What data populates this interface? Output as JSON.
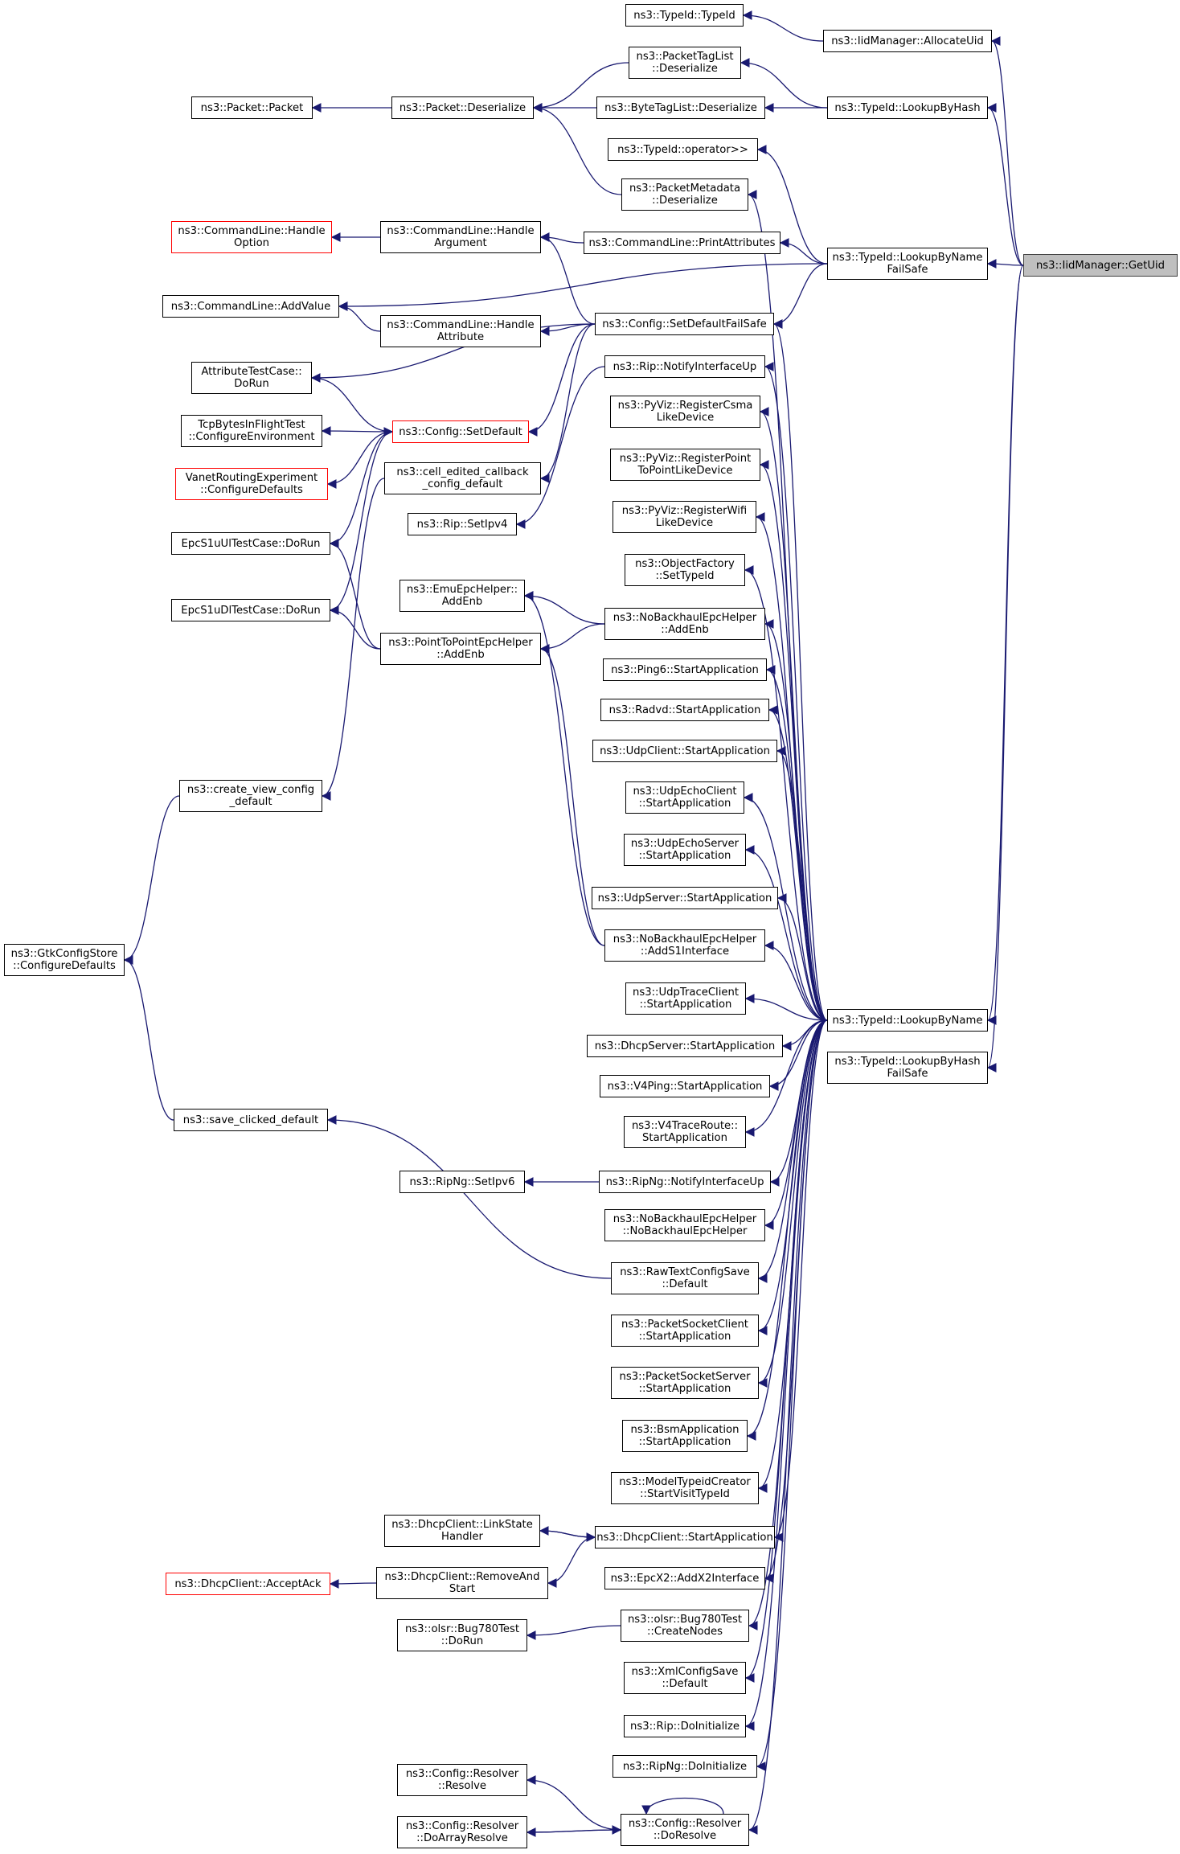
{
  "colors": {
    "edge": "#191970",
    "border": "#000000",
    "incomplete_border": "#ff0000",
    "focus_fill": "#bfbfbf"
  },
  "nodes": {
    "getuid": "ns3::IidManager::GetUid",
    "typeid_typeid": "ns3::TypeId::TypeId",
    "allocateuid": "ns3::IidManager::AllocateUid",
    "packettaglist_deserialize": "ns3::PacketTagList\n::Deserialize",
    "packet_packet": "ns3::Packet::Packet",
    "packet_deserialize": "ns3::Packet::Deserialize",
    "bytetaglist_deserialize": "ns3::ByteTagList::Deserialize",
    "lookupbyhash": "ns3::TypeId::LookupByHash",
    "typeid_operator": "ns3::TypeId::operator>>",
    "packetmetadata_deserialize": "ns3::PacketMetadata\n::Deserialize",
    "cmd_handleoption": "ns3::CommandLine::Handle\nOption",
    "cmd_handleargument": "ns3::CommandLine::Handle\nArgument",
    "cmd_printattributes": "ns3::CommandLine::PrintAttributes",
    "lookupbynamefailsafe": "ns3::TypeId::LookupByName\nFailSafe",
    "cmd_addvalue": "ns3::CommandLine::AddValue",
    "cmd_handleattribute": "ns3::CommandLine::Handle\nAttribute",
    "config_setdefaultfailsafe": "ns3::Config::SetDefaultFailSafe",
    "attributetestcase_dorun": "AttributeTestCase::\nDoRun",
    "rip_notifyinterfaceup": "ns3::Rip::NotifyInterfaceUp",
    "tcpbytes_configureenv": "TcpBytesInFlightTest\n::ConfigureEnvironment",
    "config_setdefault": "ns3::Config::SetDefault",
    "pyviz_csma": "ns3::PyViz::RegisterCsma\nLikeDevice",
    "vanet_configuredefaults": "VanetRoutingExperiment\n::ConfigureDefaults",
    "cell_edited": "ns3::cell_edited_callback\n_config_default",
    "pyviz_p2p": "ns3::PyViz::RegisterPoint\nToPointLikeDevice",
    "rip_setipv4": "ns3::Rip::SetIpv4",
    "pyviz_wifi": "ns3::PyViz::RegisterWifi\nLikeDevice",
    "epcs1uul_dorun": "EpcS1uUlTestCase::DoRun",
    "objectfactory_settypeid": "ns3::ObjectFactory\n::SetTypeId",
    "emuepchelper_addenb": "ns3::EmuEpcHelper::\nAddEnb",
    "nobackhaul_addenb": "ns3::NoBackhaulEpcHelper\n::AddEnb",
    "epcs1udl_dorun": "EpcS1uDlTestCase::DoRun",
    "p2pepchelper_addenb": "ns3::PointToPointEpcHelper\n::AddEnb",
    "ping6_startapp": "ns3::Ping6::StartApplication",
    "radvd_startapp": "ns3::Radvd::StartApplication",
    "udpclient_startapp": "ns3::UdpClient::StartApplication",
    "create_view_config": "ns3::create_view_config\n_default",
    "udpechoclient_startapp": "ns3::UdpEchoClient\n::StartApplication",
    "udpechoserver_startapp": "ns3::UdpEchoServer\n::StartApplication",
    "udpserver_startapp": "ns3::UdpServer::StartApplication",
    "nobackhaul_adds1": "ns3::NoBackhaulEpcHelper\n::AddS1Interface",
    "gtkconfigstore": "ns3::GtkConfigStore\n::ConfigureDefaults",
    "udptraceclient_startapp": "ns3::UdpTraceClient\n::StartApplication",
    "lookupbyname": "ns3::TypeId::LookupByName",
    "lookupbyhashfailsafe": "ns3::TypeId::LookupByHash\nFailSafe",
    "dhcpserver_startapp": "ns3::DhcpServer::StartApplication",
    "v4ping_startapp": "ns3::V4Ping::StartApplication",
    "save_clicked": "ns3::save_clicked_default",
    "v4traceroute_startapp": "ns3::V4TraceRoute::\nStartApplication",
    "ripng_setipv6": "ns3::RipNg::SetIpv6",
    "ripng_notifyinterfaceup": "ns3::RipNg::NotifyInterfaceUp",
    "nobackhaul_ctor": "ns3::NoBackhaulEpcHelper\n::NoBackhaulEpcHelper",
    "rawtextconfigsave_default": "ns3::RawTextConfigSave\n::Default",
    "packetsocketclient_startapp": "ns3::PacketSocketClient\n::StartApplication",
    "packetsocketserver_startapp": "ns3::PacketSocketServer\n::StartApplication",
    "bsmapp_startapp": "ns3::BsmApplication\n::StartApplication",
    "modeltypeidcreator": "ns3::ModelTypeidCreator\n::StartVisitTypeId",
    "dhcpclient_linkstate": "ns3::DhcpClient::LinkState\nHandler",
    "dhcpclient_startapp": "ns3::DhcpClient::StartApplication",
    "dhcpclient_acceptack": "ns3::DhcpClient::AcceptAck",
    "dhcpclient_removeandstart": "ns3::DhcpClient::RemoveAnd\nStart",
    "epcx2_addx2": "ns3::EpcX2::AddX2Interface",
    "olsr_bug780_dorun": "ns3::olsr::Bug780Test\n::DoRun",
    "olsr_bug780_createnodes": "ns3::olsr::Bug780Test\n::CreateNodes",
    "xmlconfigsave_default": "ns3::XmlConfigSave\n::Default",
    "rip_doinitialize": "ns3::Rip::DoInitialize",
    "ripng_doinitialize": "ns3::RipNg::DoInitialize",
    "resolver_resolve": "ns3::Config::Resolver\n::Resolve",
    "resolver_doresolve": "ns3::Config::Resolver\n::DoResolve",
    "resolver_doarrayresolve": "ns3::Config::Resolver\n::DoArrayResolve"
  },
  "edges": [
    [
      "typeid_typeid",
      "allocateuid"
    ],
    [
      "allocateuid",
      "getuid"
    ],
    [
      "lookupbyhash",
      "getuid"
    ],
    [
      "lookupbynamefailsafe",
      "getuid"
    ],
    [
      "lookupbyhashfailsafe",
      "getuid"
    ],
    [
      "lookupbyname",
      "getuid"
    ],
    [
      "packet_packet",
      "packet_deserialize"
    ],
    [
      "packet_deserialize",
      "packettaglist_deserialize"
    ],
    [
      "packet_deserialize",
      "bytetaglist_deserialize"
    ],
    [
      "packet_deserialize",
      "packetmetadata_deserialize"
    ],
    [
      "packettaglist_deserialize",
      "lookupbyhash"
    ],
    [
      "bytetaglist_deserialize",
      "lookupbyhash"
    ],
    [
      "typeid_operator",
      "lookupbynamefailsafe"
    ],
    [
      "cmd_printattributes",
      "lookupbynamefailsafe"
    ],
    [
      "cmd_addvalue",
      "lookupbynamefailsafe"
    ],
    [
      "config_setdefaultfailsafe",
      "lookupbynamefailsafe"
    ],
    [
      "cmd_handleoption",
      "cmd_handleargument"
    ],
    [
      "cmd_handleargument",
      "cmd_printattributes"
    ],
    [
      "cmd_handleargument",
      "config_setdefaultfailsafe"
    ],
    [
      "cmd_addvalue",
      "cmd_handleattribute"
    ],
    [
      "cmd_handleattribute",
      "config_setdefaultfailsafe"
    ],
    [
      "attributetestcase_dorun",
      "config_setdefaultfailsafe"
    ],
    [
      "config_setdefault",
      "config_setdefaultfailsafe"
    ],
    [
      "cell_edited",
      "config_setdefaultfailsafe"
    ],
    [
      "config_setdefault",
      "attributetestcase_dorun"
    ],
    [
      "tcpbytes_configureenv",
      "config_setdefault"
    ],
    [
      "vanet_configuredefaults",
      "config_setdefault"
    ],
    [
      "epcs1uul_dorun",
      "config_setdefault"
    ],
    [
      "epcs1udl_dorun",
      "config_setdefault"
    ],
    [
      "rip_setipv4",
      "rip_notifyinterfaceup"
    ],
    [
      "create_view_config",
      "cell_edited"
    ],
    [
      "gtkconfigstore",
      "create_view_config"
    ],
    [
      "gtkconfigstore",
      "save_clicked"
    ],
    [
      "epcs1uul_dorun",
      "p2pepchelper_addenb"
    ],
    [
      "epcs1udl_dorun",
      "p2pepchelper_addenb"
    ],
    [
      "emuepchelper_addenb",
      "nobackhaul_addenb"
    ],
    [
      "p2pepchelper_addenb",
      "nobackhaul_addenb"
    ],
    [
      "emuepchelper_addenb",
      "nobackhaul_adds1"
    ],
    [
      "p2pepchelper_addenb",
      "nobackhaul_adds1"
    ],
    [
      "save_clicked",
      "rawtextconfigsave_default"
    ],
    [
      "ripng_setipv6",
      "ripng_notifyinterfaceup"
    ],
    [
      "dhcpclient_startapp",
      "dhcpclient_linkstate"
    ],
    [
      "dhcpclient_linkstate",
      "dhcpclient_startapp"
    ],
    [
      "dhcpclient_acceptack",
      "dhcpclient_removeandstart"
    ],
    [
      "dhcpclient_removeandstart",
      "dhcpclient_startapp"
    ],
    [
      "olsr_bug780_dorun",
      "olsr_bug780_createnodes"
    ],
    [
      "resolver_resolve",
      "resolver_doresolve"
    ],
    [
      "resolver_doresolve",
      "resolver_doarrayresolve"
    ],
    [
      "resolver_doarrayresolve",
      "resolver_doresolve"
    ],
    [
      "resolver_doresolve",
      "resolver_doresolve"
    ],
    [
      "packetmetadata_deserialize",
      "lookupbyname"
    ],
    [
      "config_setdefaultfailsafe",
      "lookupbyname"
    ],
    [
      "rip_notifyinterfaceup",
      "lookupbyname"
    ],
    [
      "pyviz_csma",
      "lookupbyname"
    ],
    [
      "pyviz_p2p",
      "lookupbyname"
    ],
    [
      "pyviz_wifi",
      "lookupbyname"
    ],
    [
      "objectfactory_settypeid",
      "lookupbyname"
    ],
    [
      "nobackhaul_addenb",
      "lookupbyname"
    ],
    [
      "ping6_startapp",
      "lookupbyname"
    ],
    [
      "radvd_startapp",
      "lookupbyname"
    ],
    [
      "udpclient_startapp",
      "lookupbyname"
    ],
    [
      "udpechoclient_startapp",
      "lookupbyname"
    ],
    [
      "udpechoserver_startapp",
      "lookupbyname"
    ],
    [
      "udpserver_startapp",
      "lookupbyname"
    ],
    [
      "nobackhaul_adds1",
      "lookupbyname"
    ],
    [
      "udptraceclient_startapp",
      "lookupbyname"
    ],
    [
      "dhcpserver_startapp",
      "lookupbyname"
    ],
    [
      "v4ping_startapp",
      "lookupbyname"
    ],
    [
      "v4traceroute_startapp",
      "lookupbyname"
    ],
    [
      "ripng_notifyinterfaceup",
      "lookupbyname"
    ],
    [
      "nobackhaul_ctor",
      "lookupbyname"
    ],
    [
      "rawtextconfigsave_default",
      "lookupbyname"
    ],
    [
      "packetsocketclient_startapp",
      "lookupbyname"
    ],
    [
      "packetsocketserver_startapp",
      "lookupbyname"
    ],
    [
      "bsmapp_startapp",
      "lookupbyname"
    ],
    [
      "modeltypeidcreator",
      "lookupbyname"
    ],
    [
      "dhcpclient_startapp",
      "lookupbyname"
    ],
    [
      "epcx2_addx2",
      "lookupbyname"
    ],
    [
      "olsr_bug780_createnodes",
      "lookupbyname"
    ],
    [
      "xmlconfigsave_default",
      "lookupbyname"
    ],
    [
      "rip_doinitialize",
      "lookupbyname"
    ],
    [
      "ripng_doinitialize",
      "lookupbyname"
    ],
    [
      "resolver_doresolve",
      "lookupbyname"
    ]
  ]
}
